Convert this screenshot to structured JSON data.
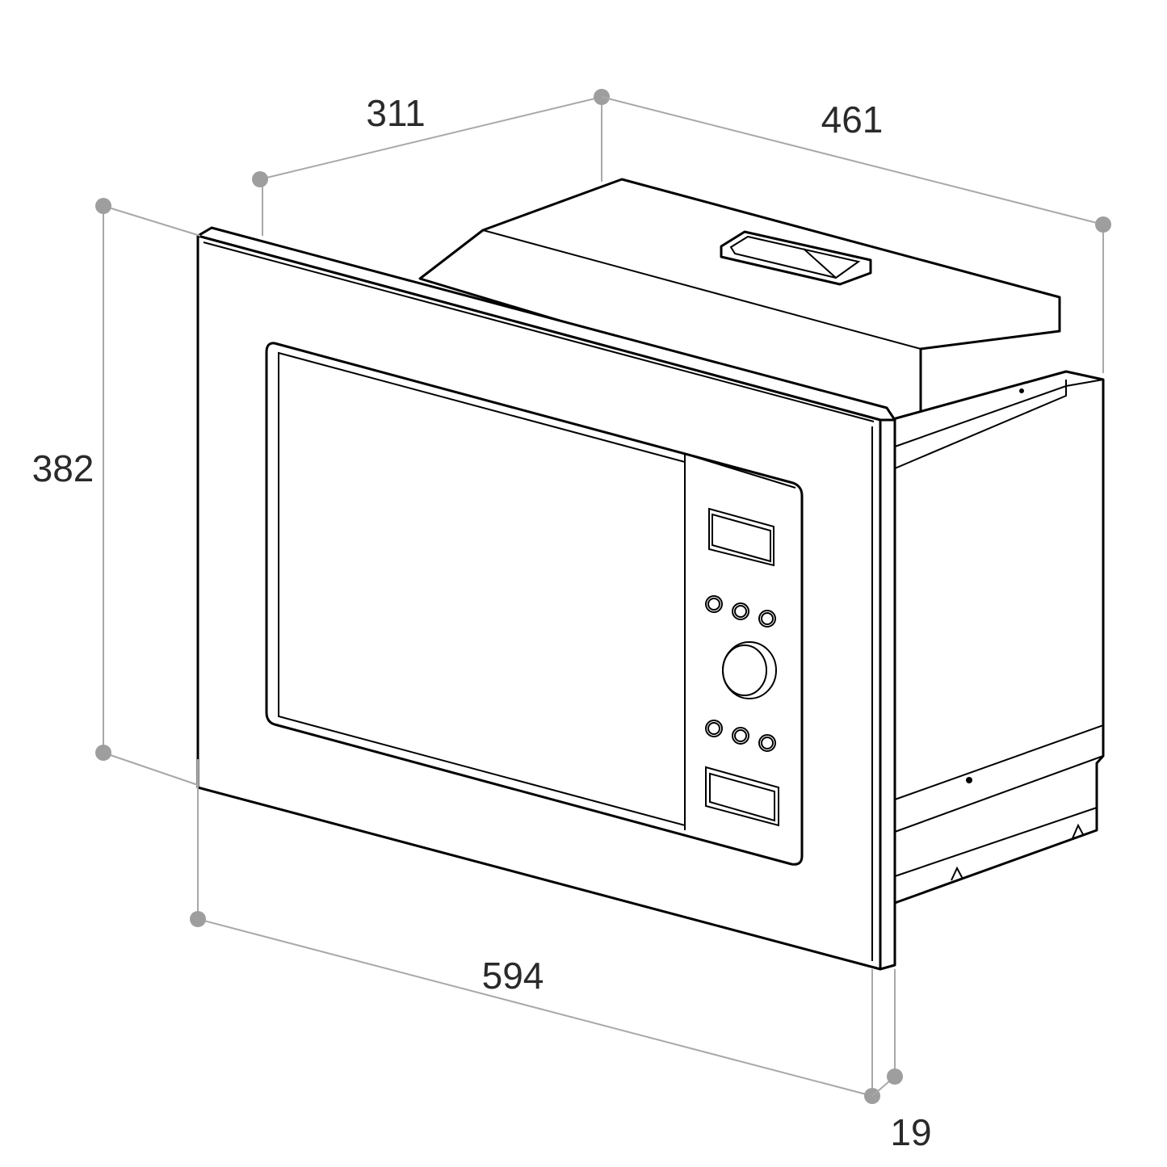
{
  "diagram": {
    "type": "dimension-drawing",
    "colors": {
      "outline": "#000000",
      "dimension_line": "#a8a8a8",
      "dimension_dot": "#9e9e9e",
      "text": "#2a2a2a",
      "background": "#ffffff"
    },
    "dimensions": {
      "top_depth": "311",
      "top_width": "461",
      "height": "382",
      "front_width": "594",
      "front_frame_depth": "19"
    }
  }
}
